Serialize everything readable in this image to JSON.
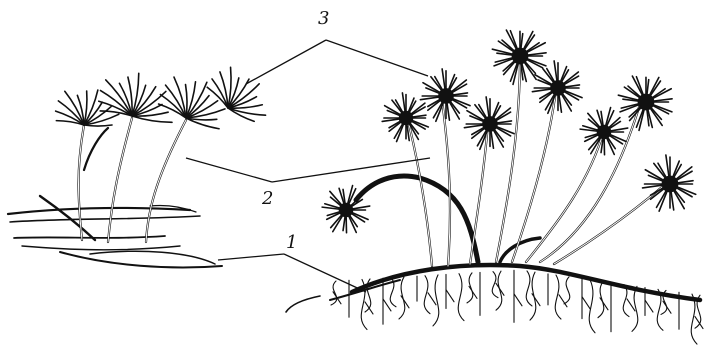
{
  "labels": {
    "rhizome": "1",
    "stem": "2",
    "whorl": "3"
  },
  "colors": {
    "ink": "#111111",
    "background": "#ffffff"
  }
}
